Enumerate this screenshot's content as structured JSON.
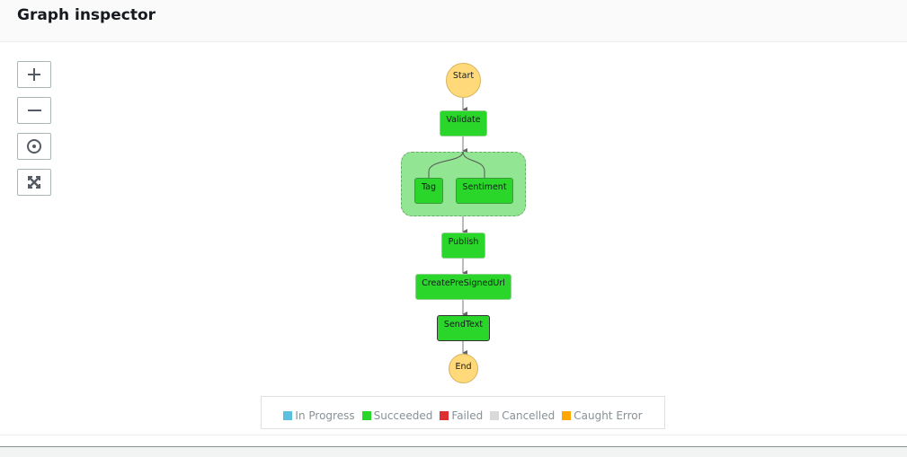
{
  "header": {
    "title": "Graph inspector"
  },
  "controls": [
    {
      "name": "zoom-in",
      "icon": "plus-icon"
    },
    {
      "name": "zoom-out",
      "icon": "minus-icon"
    },
    {
      "name": "center",
      "icon": "target-icon"
    },
    {
      "name": "fit",
      "icon": "expand-icon"
    }
  ],
  "graph": {
    "start": "Start",
    "end": "End",
    "nodes": {
      "validate": "Validate",
      "tag": "Tag",
      "sentiment": "Sentiment",
      "publish": "Publish",
      "create": "CreatePreSignedUrl",
      "sendtext": "SendText"
    },
    "status": {
      "validate": "Succeeded",
      "tag": "Succeeded",
      "sentiment": "Succeeded",
      "publish": "Succeeded",
      "create": "Succeeded",
      "sendtext": "Succeeded"
    }
  },
  "legend": [
    {
      "label": "In Progress",
      "color": "#5bc0de"
    },
    {
      "label": "Succeeded",
      "color": "#2bd62b"
    },
    {
      "label": "Failed",
      "color": "#de3030"
    },
    {
      "label": "Cancelled",
      "color": "#d9d9d9"
    },
    {
      "label": "Caught Error",
      "color": "#ffa500"
    }
  ]
}
